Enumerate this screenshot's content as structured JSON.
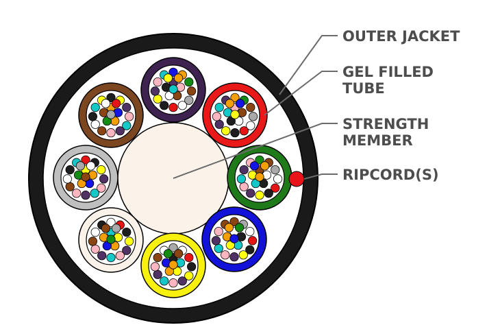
{
  "labels": {
    "outer_jacket": [
      "OUTER JACKET"
    ],
    "gel_filled_tube": [
      "GEL FILLED",
      "TUBE"
    ],
    "strength_member": [
      "STRENGTH",
      "MEMBER"
    ],
    "ripcord": [
      "RIPCORD(S)"
    ]
  },
  "colors": {
    "outer_jacket": "#1a1a1a",
    "cable_filler": "#ffffff",
    "strength_member": "#fbf3ea",
    "ripcord": "#e8141a",
    "label_text": "#4d4d4d",
    "leader_line": "#6b6b6b"
  },
  "tubes": [
    {
      "color_name": "violet",
      "color": "#3e2250"
    },
    {
      "color_name": "red",
      "color": "#ea1919"
    },
    {
      "color_name": "green",
      "color": "#1f7a1a"
    },
    {
      "color_name": "blue",
      "color": "#1212d8"
    },
    {
      "color_name": "yellow",
      "color": "#f8f00f"
    },
    {
      "color_name": "white",
      "color": "#fbf3ea"
    },
    {
      "color_name": "slate",
      "color": "#bfbfbf"
    },
    {
      "color_name": "brown",
      "color": "#7c4620"
    }
  ],
  "fiber_colors": [
    {
      "name": "blue",
      "color": "#1414e6"
    },
    {
      "name": "orange",
      "color": "#f5a000"
    },
    {
      "name": "green",
      "color": "#148c14"
    },
    {
      "name": "brown",
      "color": "#8b4513"
    },
    {
      "name": "slate",
      "color": "#a9a9a9"
    },
    {
      "name": "white",
      "color": "#ffffff"
    },
    {
      "name": "red",
      "color": "#e61414"
    },
    {
      "name": "black",
      "color": "#1e1e1e"
    },
    {
      "name": "yellow",
      "color": "#ffff14"
    },
    {
      "name": "violet",
      "color": "#503264"
    },
    {
      "name": "rose",
      "color": "#ffb6c1"
    },
    {
      "name": "aqua",
      "color": "#14c8c8"
    }
  ]
}
